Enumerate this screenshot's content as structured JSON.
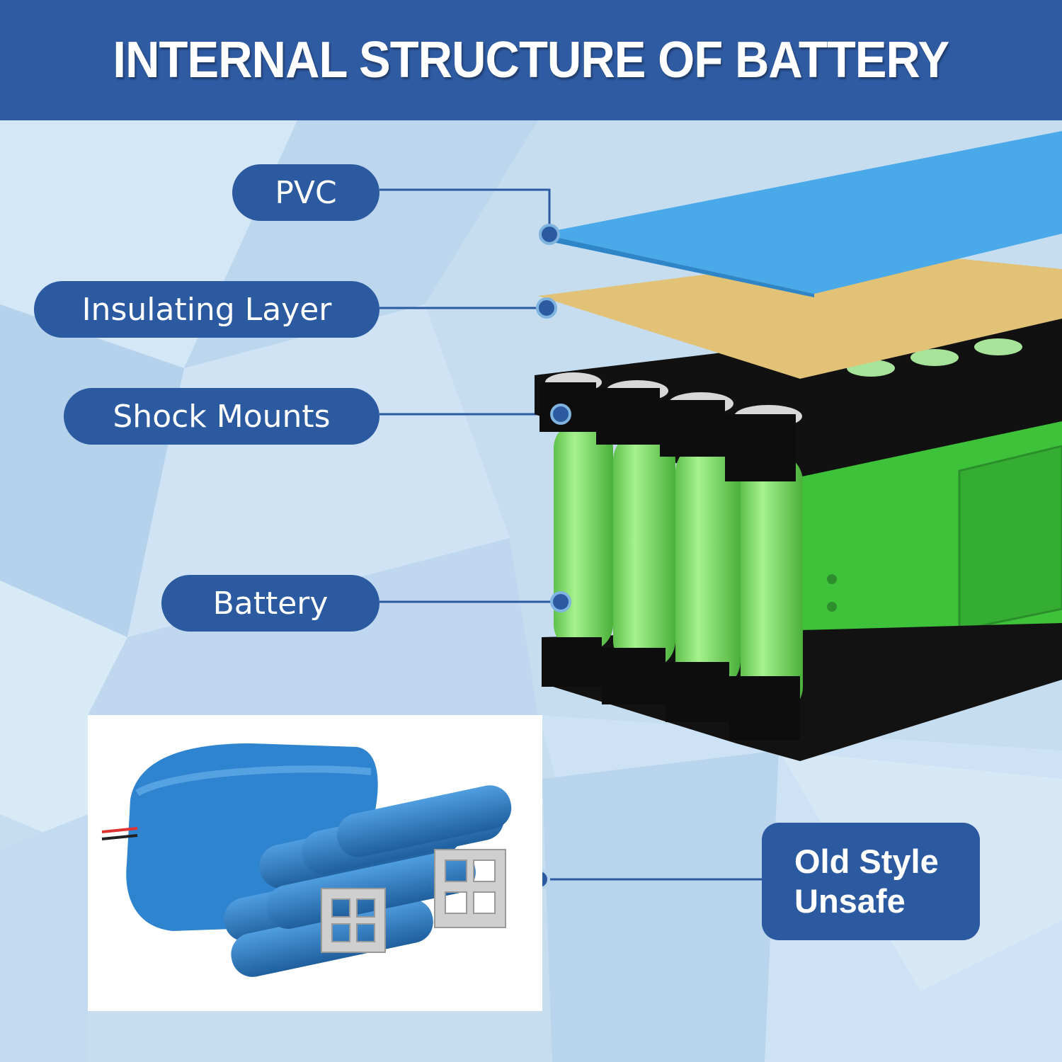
{
  "title": "INTERNAL STRUCTURE OF BATTERY",
  "labels": {
    "pvc": "PVC",
    "insulating": "Insulating Layer",
    "shock": "Shock Mounts",
    "battery": "Battery"
  },
  "old_style": {
    "line1": "Old Style",
    "line2": "Unsafe"
  },
  "colors": {
    "banner": "#2f5ba3",
    "pill": "#2c5aa0",
    "pvc_sheet": "#4aa9e8",
    "insulating_sheet": "#e3c478",
    "cell_green": "#7ee36b",
    "holder_black": "#111111",
    "old_cell_blue": "#2f7fc6"
  },
  "icons": [
    "connector-dot-icon"
  ]
}
